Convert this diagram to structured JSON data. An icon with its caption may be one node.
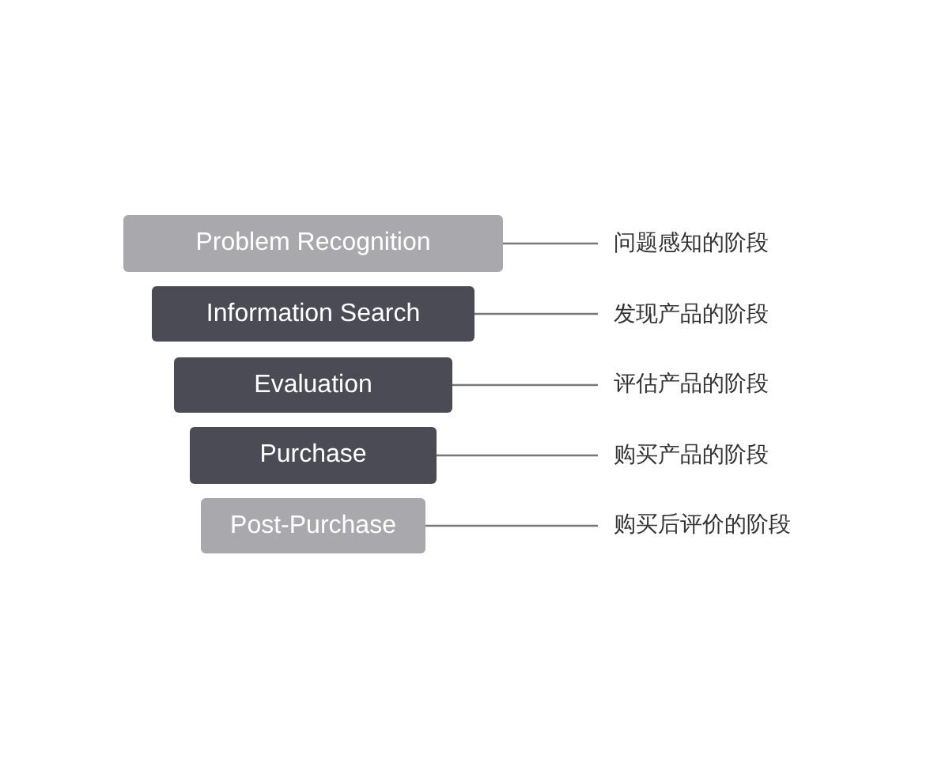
{
  "diagram": {
    "nodes": [
      {
        "text": [
          "Problem Recognition"
        ]
      },
      {
        "text": [
          "Information Search"
        ]
      },
      {
        "text": [
          "Evaluation"
        ]
      },
      {
        "text": [
          "Purchase"
        ]
      },
      {
        "text": [
          "Post-Purchase"
        ]
      },
      {
        "text": [
          "问题感知的阶段"
        ]
      },
      {
        "text": [
          "发现产品的阶段"
        ]
      },
      {
        "text": [
          "评估产品的阶段"
        ]
      },
      {
        "text": [
          "购买产品的阶段"
        ]
      },
      {
        "text": [
          "购买后评价的阶段"
        ]
      }
    ],
    "edges": [
      {
        "from": 0,
        "to": 5,
        "arrow": "none"
      },
      {
        "from": 1,
        "to": 6,
        "arrow": "none"
      },
      {
        "from": 2,
        "to": 7,
        "arrow": "none"
      },
      {
        "from": 3,
        "to": 8,
        "arrow": "none"
      },
      {
        "from": 4,
        "to": 9,
        "arrow": "none"
      }
    ]
  }
}
